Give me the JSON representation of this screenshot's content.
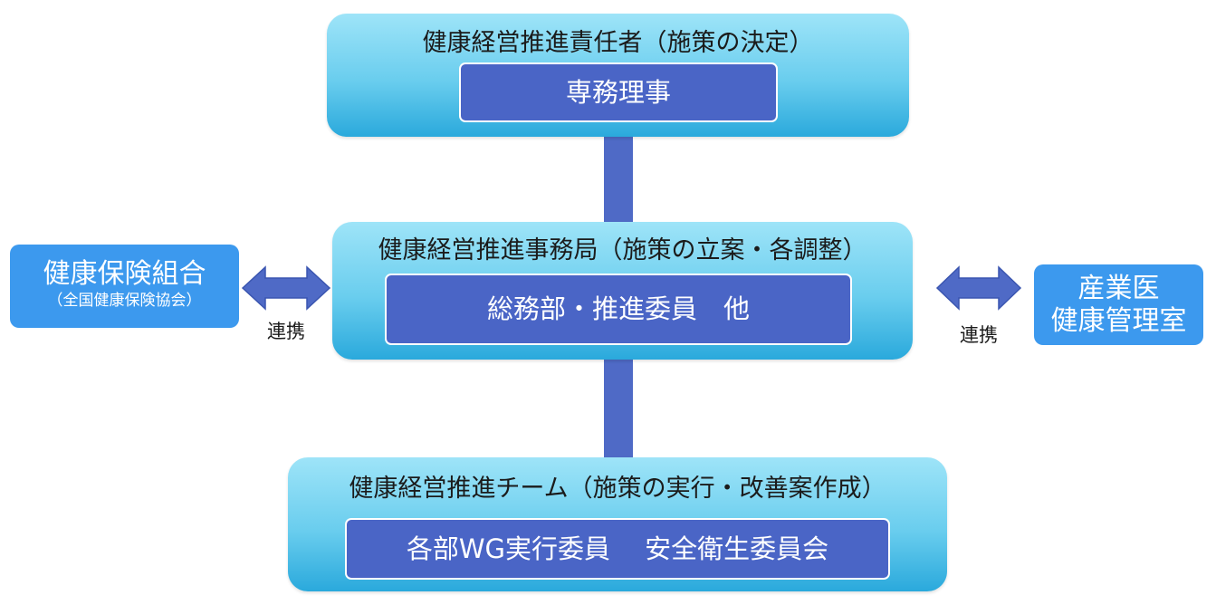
{
  "top": {
    "title": "健康経営推進責任者（施策の決定）",
    "member": "専務理事"
  },
  "middle": {
    "title": "健康経営推進事務局（施策の立案・各調整）",
    "member": "総務部・推進委員　他"
  },
  "bottom": {
    "title": "健康経営推進チーム（施策の実行・改善案作成）",
    "member": "各部WG実行委員　 安全衛生委員会"
  },
  "left_partner": {
    "name": "健康保険組合",
    "sub": "（全国健康保険協会）",
    "link_label": "連携"
  },
  "right_partner": {
    "line1": "産業医",
    "line2": "健康管理室",
    "link_label": "連携"
  },
  "colors": {
    "main_box_gradient_top": "#9ee4f8",
    "main_box_gradient_bottom": "#2aa9dc",
    "inner_box": "#4a65c6",
    "side_box": "#3c99ee",
    "connector": "#4f6ac6"
  }
}
